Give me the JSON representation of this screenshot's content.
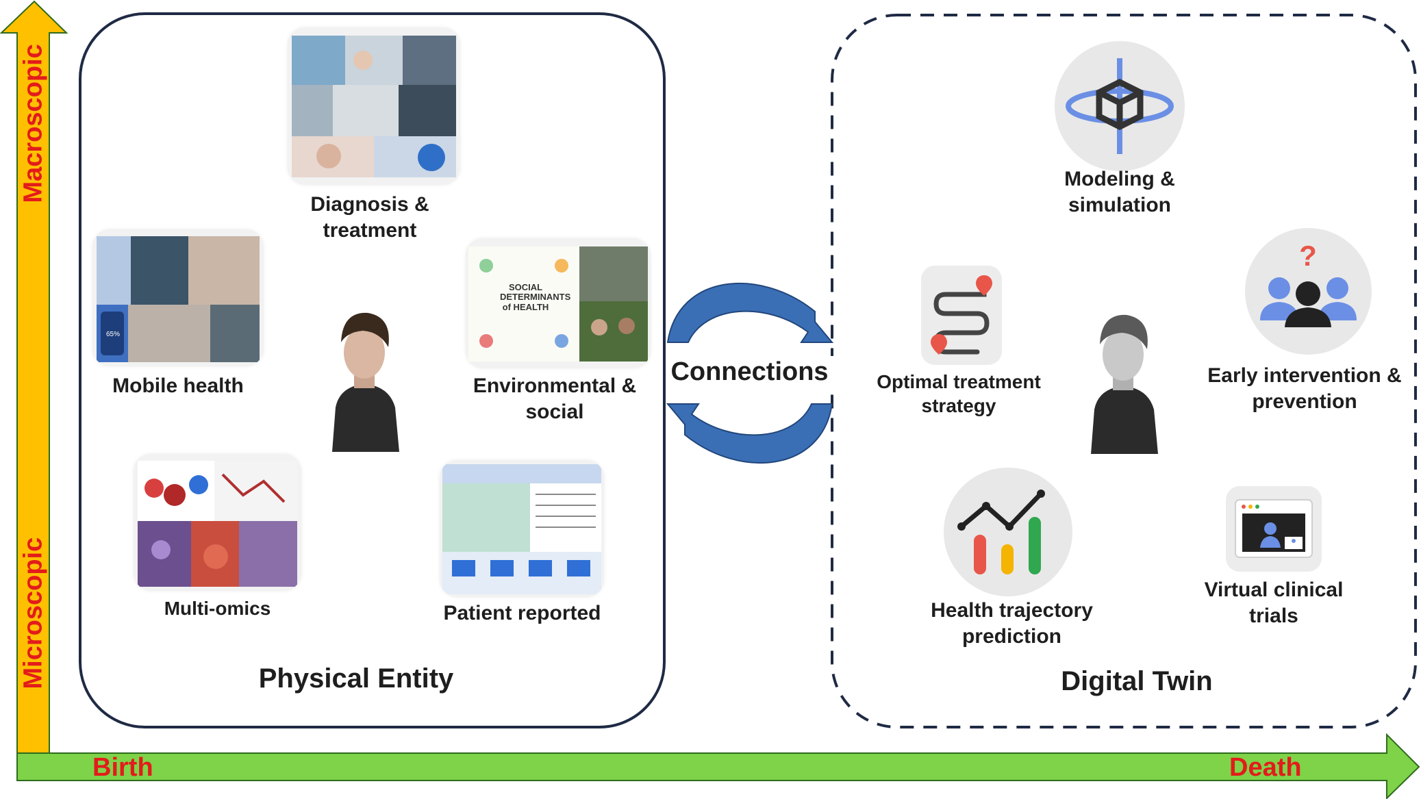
{
  "axes": {
    "y_top": "Macroscopic",
    "y_bottom": "Microscopic",
    "x_left": "Birth",
    "x_right": "Death"
  },
  "physical": {
    "title": "Physical Entity",
    "items": {
      "diagnosis": "Diagnosis & treatment",
      "mobile": "Mobile health",
      "environmental": "Environmental & social",
      "multiomics": "Multi-omics",
      "patient": "Patient reported"
    },
    "phone_reading": "65%",
    "social_poster": "SOCIAL DETERMINANTS of HEALTH"
  },
  "connections": "Connections",
  "digital": {
    "title": "Digital Twin",
    "items": {
      "modeling": "Modeling & simulation",
      "optimal": "Optimal treatment strategy",
      "early": "Early intervention & prevention",
      "trajectory": "Health trajectory prediction",
      "virtual": "Virtual clinical trials"
    }
  },
  "colors": {
    "y_axis": "#ffc000",
    "x_axis": "#7ed348",
    "axis_text": "#e31b1b",
    "box_border": "#1f2a44",
    "arrow_blue": "#3a6fb6"
  }
}
